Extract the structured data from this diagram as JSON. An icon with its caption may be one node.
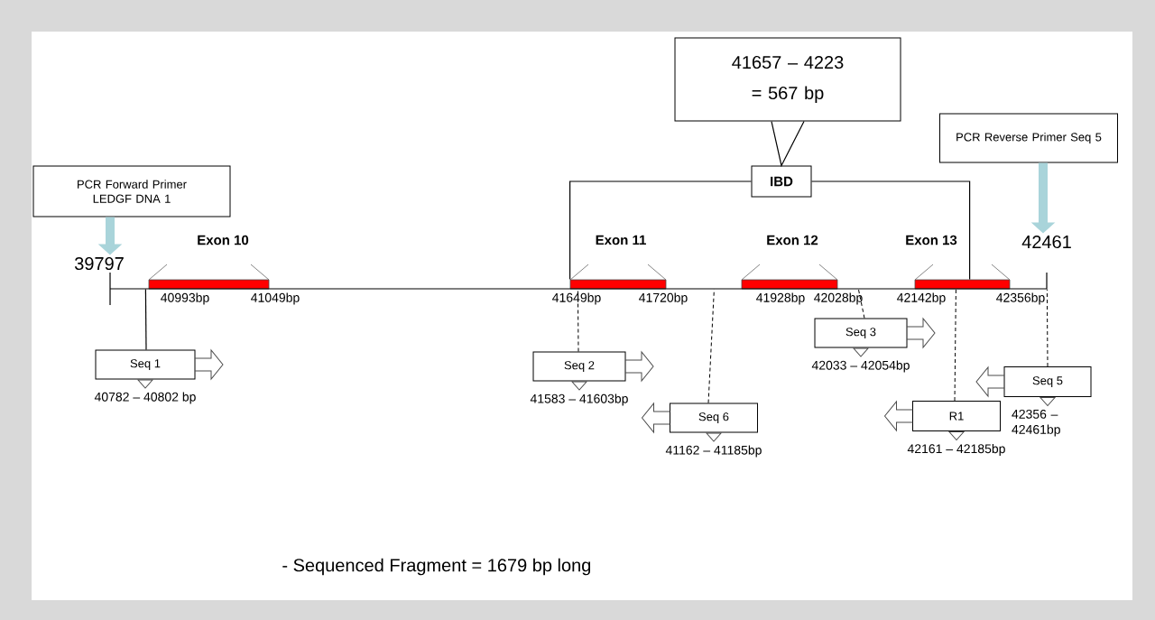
{
  "diagram": {
    "nodes": [
      {
        "text": [
          "41657 – 4223",
          "= 567 bp"
        ]
      },
      {
        "text": [
          "IBD"
        ]
      },
      {
        "text": [
          "PCR Forward Primer LEDGF DNA 1"
        ]
      },
      {
        "text": [
          "PCR Reverse Primer Seq 5"
        ]
      },
      {
        "text": [
          "39797"
        ]
      },
      {
        "text": [
          "Exon 10"
        ],
        "beside": [
          "40993bp",
          "41049bp"
        ]
      },
      {
        "text": [
          "Exon 11"
        ],
        "beside": [
          "41649bp",
          "41720bp"
        ]
      },
      {
        "text": [
          "Exon 12"
        ],
        "beside": [
          "41928bp",
          "42028bp"
        ]
      },
      {
        "text": [
          "Exon 13"
        ],
        "beside": [
          "42142bp",
          "42356bp"
        ]
      },
      {
        "text": [
          "42461"
        ]
      },
      {
        "text": [],
        "shape": "bar"
      },
      {
        "text": [
          "Seq 1"
        ],
        "beside": [
          "40782 – 40802 bp"
        ]
      },
      {
        "text": [
          "Seq 2"
        ],
        "beside": [
          "41583 – 41603bp"
        ]
      },
      {
        "text": [
          "Seq 3"
        ],
        "beside": [
          "42033 – 42054bp"
        ]
      },
      {
        "text": [
          "Seq 5"
        ],
        "beside": [
          "42356 – 42461bp"
        ]
      },
      {
        "text": [
          "Seq 6"
        ],
        "beside": [
          "41162 – 41185bp"
        ]
      },
      {
        "text": [
          "R1"
        ],
        "beside": [
          "42161 – 42185bp"
        ]
      }
    ],
    "edges": [
      {
        "from": 0,
        "to": 1,
        "arrow": "none"
      },
      {
        "from": 1,
        "to": 6,
        "arrow": "none"
      },
      {
        "from": 1,
        "to": 8,
        "arrow": "none"
      },
      {
        "from": 2,
        "to": 4,
        "arrow": "to",
        "style": "thick",
        "color": "#a9d4da"
      },
      {
        "from": 3,
        "to": 9,
        "arrow": "to",
        "style": "thick",
        "color": "#a9d4da"
      },
      {
        "from": 11,
        "to": 10,
        "arrow": "none"
      },
      {
        "from": 12,
        "to": 10,
        "arrow": "none",
        "style": "dashed"
      },
      {
        "from": 15,
        "to": 10,
        "arrow": "none",
        "style": "dashed"
      },
      {
        "from": 13,
        "to": 10,
        "arrow": "none",
        "style": "dashed"
      },
      {
        "from": 16,
        "to": 10,
        "arrow": "none",
        "style": "dashed"
      },
      {
        "from": 14,
        "to": 10,
        "arrow": "none",
        "style": "dashed"
      }
    ],
    "labels": [
      "- Sequenced Fragment = 1679 bp long"
    ]
  }
}
